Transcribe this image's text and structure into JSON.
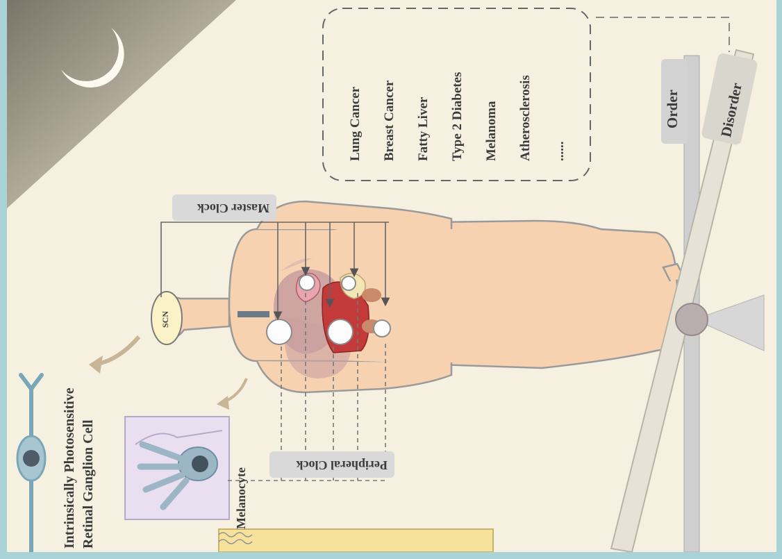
{
  "labels": {
    "ganglion_line1": "Intrinsically Photosensitive",
    "ganglion_line2": "Retinal Ganglion Cell",
    "melanocyte": "Melanocyte",
    "scn": "SCN",
    "master_clock": "Master Clock",
    "peripheral_clock": "Peripheral Clock",
    "order": "Order",
    "disorder": "Disorder"
  },
  "diseases": [
    "Lung Cancer",
    "Breast Cancer",
    "Fatty Liver",
    "Type 2 Diabetes",
    "Melanoma",
    "Atherosclerosis",
    "......"
  ],
  "colors": {
    "background": "#f6f0e1",
    "frame": "#a9d3d6",
    "skin": "#f7d2b1",
    "lung": "#c9a0a0",
    "liver": "#c23a3a",
    "arrow": "#c7b595",
    "balance": "#bdbdbd"
  }
}
